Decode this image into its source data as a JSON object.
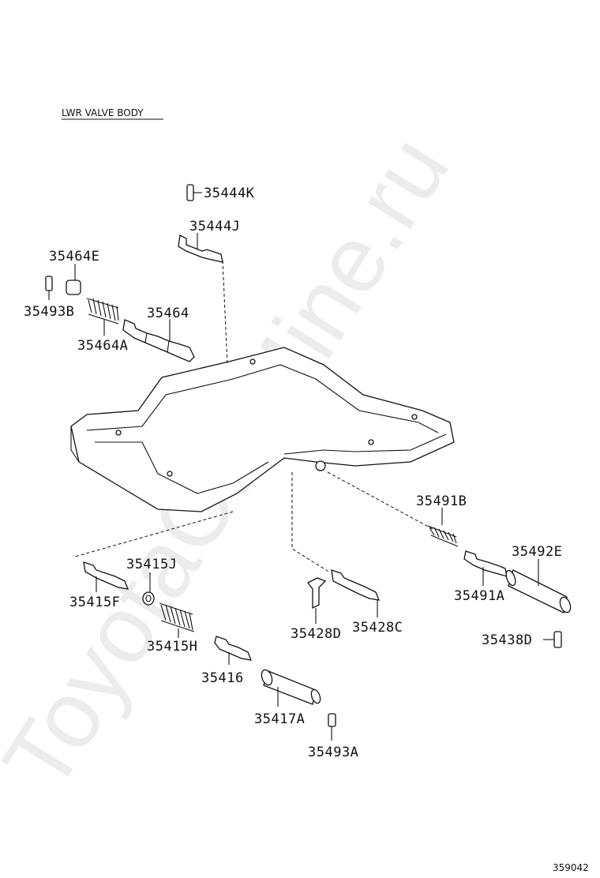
{
  "title": "LWR VALVE BODY",
  "watermark": "ToyotaCarMine.ru",
  "reference_number": "359042",
  "parts": [
    {
      "id": "35444K",
      "label": "35444K"
    },
    {
      "id": "35444J",
      "label": "35444J"
    },
    {
      "id": "35464E",
      "label": "35464E"
    },
    {
      "id": "35493B",
      "label": "35493B"
    },
    {
      "id": "35464",
      "label": "35464"
    },
    {
      "id": "35464A",
      "label": "35464A"
    },
    {
      "id": "35491B",
      "label": "35491B"
    },
    {
      "id": "35492E",
      "label": "35492E"
    },
    {
      "id": "35491A",
      "label": "35491A"
    },
    {
      "id": "35415J",
      "label": "35415J"
    },
    {
      "id": "35415F",
      "label": "35415F"
    },
    {
      "id": "35415H",
      "label": "35415H"
    },
    {
      "id": "35428D",
      "label": "35428D"
    },
    {
      "id": "35428C",
      "label": "35428C"
    },
    {
      "id": "35438D",
      "label": "35438D"
    },
    {
      "id": "35416",
      "label": "35416"
    },
    {
      "id": "35417A",
      "label": "35417A"
    },
    {
      "id": "35493A",
      "label": "35493A"
    }
  ]
}
